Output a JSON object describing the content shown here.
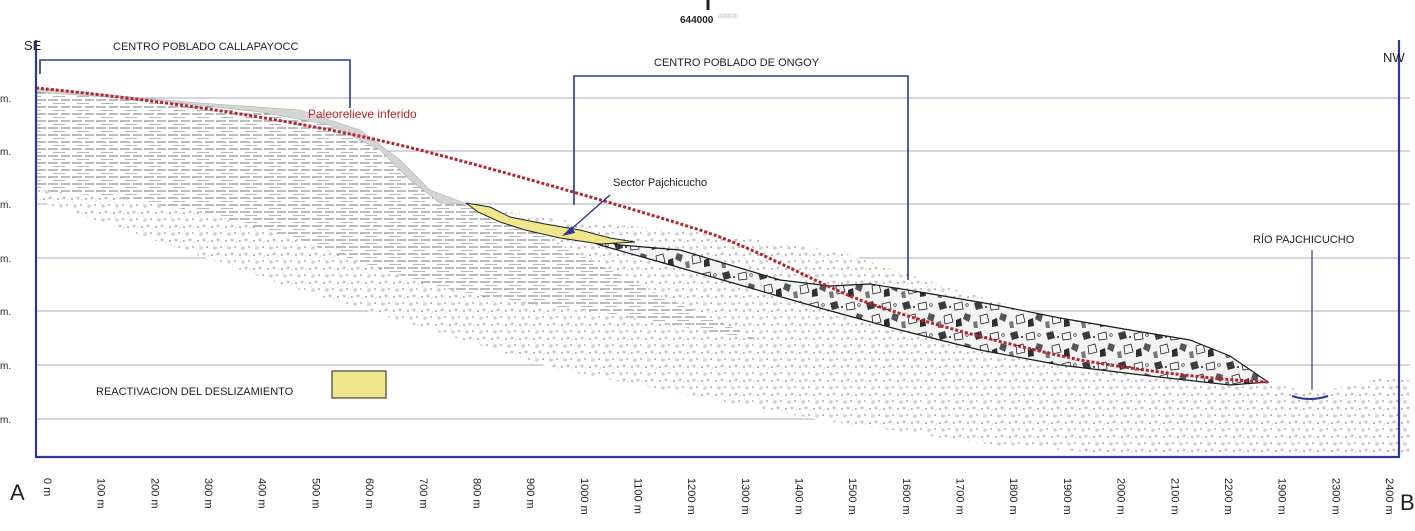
{
  "top_coordinate": {
    "main": "644000",
    "suffix": "000000"
  },
  "endpoints": {
    "start_point": "A",
    "end_point": "B",
    "start_direction": "SE",
    "end_direction": "NW"
  },
  "labels": {
    "callapayocc": "CENTRO POBLADO CALLAPAYOCC",
    "ongoy": "CENTRO POBLADO DE ONGOY",
    "paleorelieve": "Paleorelieve inferido",
    "pajchicucho_sector": "Sector Pajchicucho",
    "rio": "RÍO PAJCHICUCHO"
  },
  "legend": {
    "reactivacion": "REACTIVACION DEL DESLIZAMIENTO",
    "reactivacion_color": "#f0e68c"
  },
  "elevation_label_fragment": "m.",
  "distance_labels": [
    "0 m",
    "100 m",
    "200 m",
    "300 m",
    "400 m",
    "500 m",
    "600 m",
    "700 m",
    "800 m",
    "900 m",
    "1000 m",
    "1100 m",
    "1200 m",
    "1300 m",
    "1400 m",
    "1500 m",
    "1600 m",
    "1700 m",
    "1800 m",
    "1900 m",
    "2000 m",
    "2100 m",
    "2200 m",
    "1900 m",
    "2300 m",
    "2400 m"
  ],
  "colors": {
    "frame": "#2b3990",
    "paleorelieve": "#b4262d",
    "slide_deposit": "#f2f2f2",
    "grid": "#8c8fae"
  }
}
